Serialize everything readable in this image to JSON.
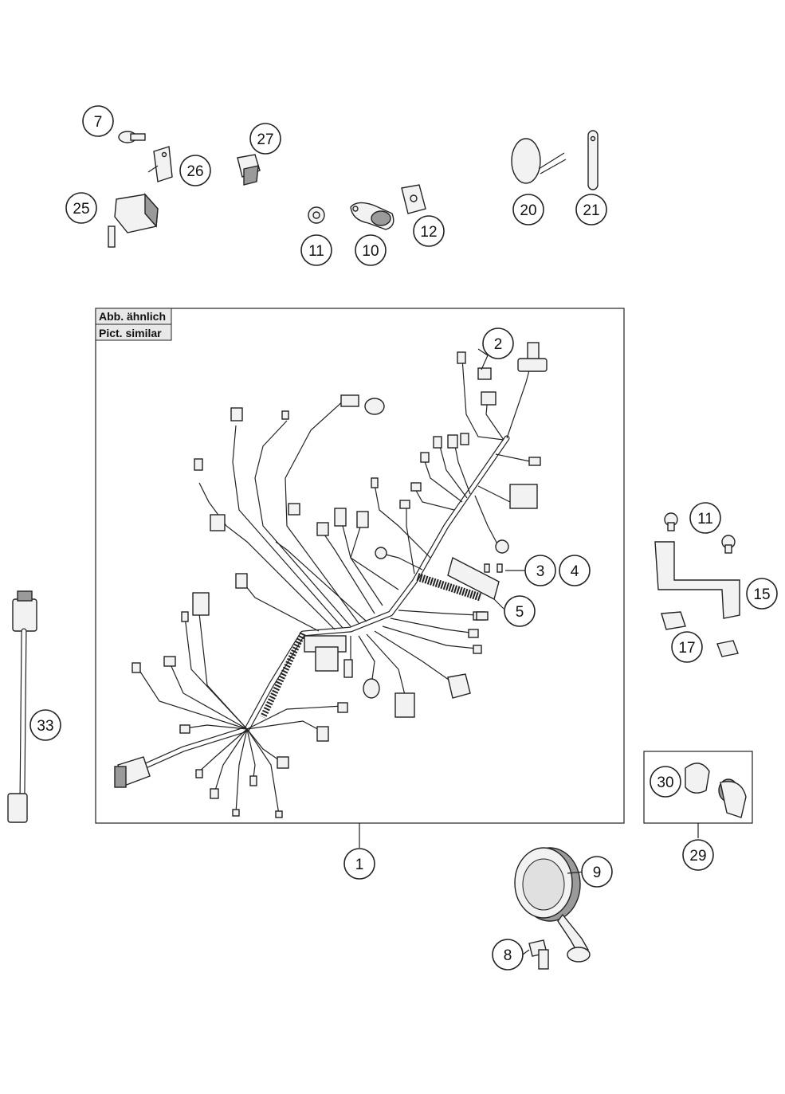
{
  "note": {
    "line1": "Abb. ähnlich",
    "line2": "Pict. similar"
  },
  "callouts": {
    "c1": "1",
    "c2": "2",
    "c3": "3",
    "c4": "4",
    "c5": "5",
    "c7": "7",
    "c8": "8",
    "c9": "9",
    "c10": "10",
    "c11a": "11",
    "c11b": "11",
    "c12": "12",
    "c15": "15",
    "c17": "17",
    "c20": "20",
    "c21": "21",
    "c25": "25",
    "c26": "26",
    "c27": "27",
    "c29": "29",
    "c30": "30",
    "c33": "33"
  }
}
